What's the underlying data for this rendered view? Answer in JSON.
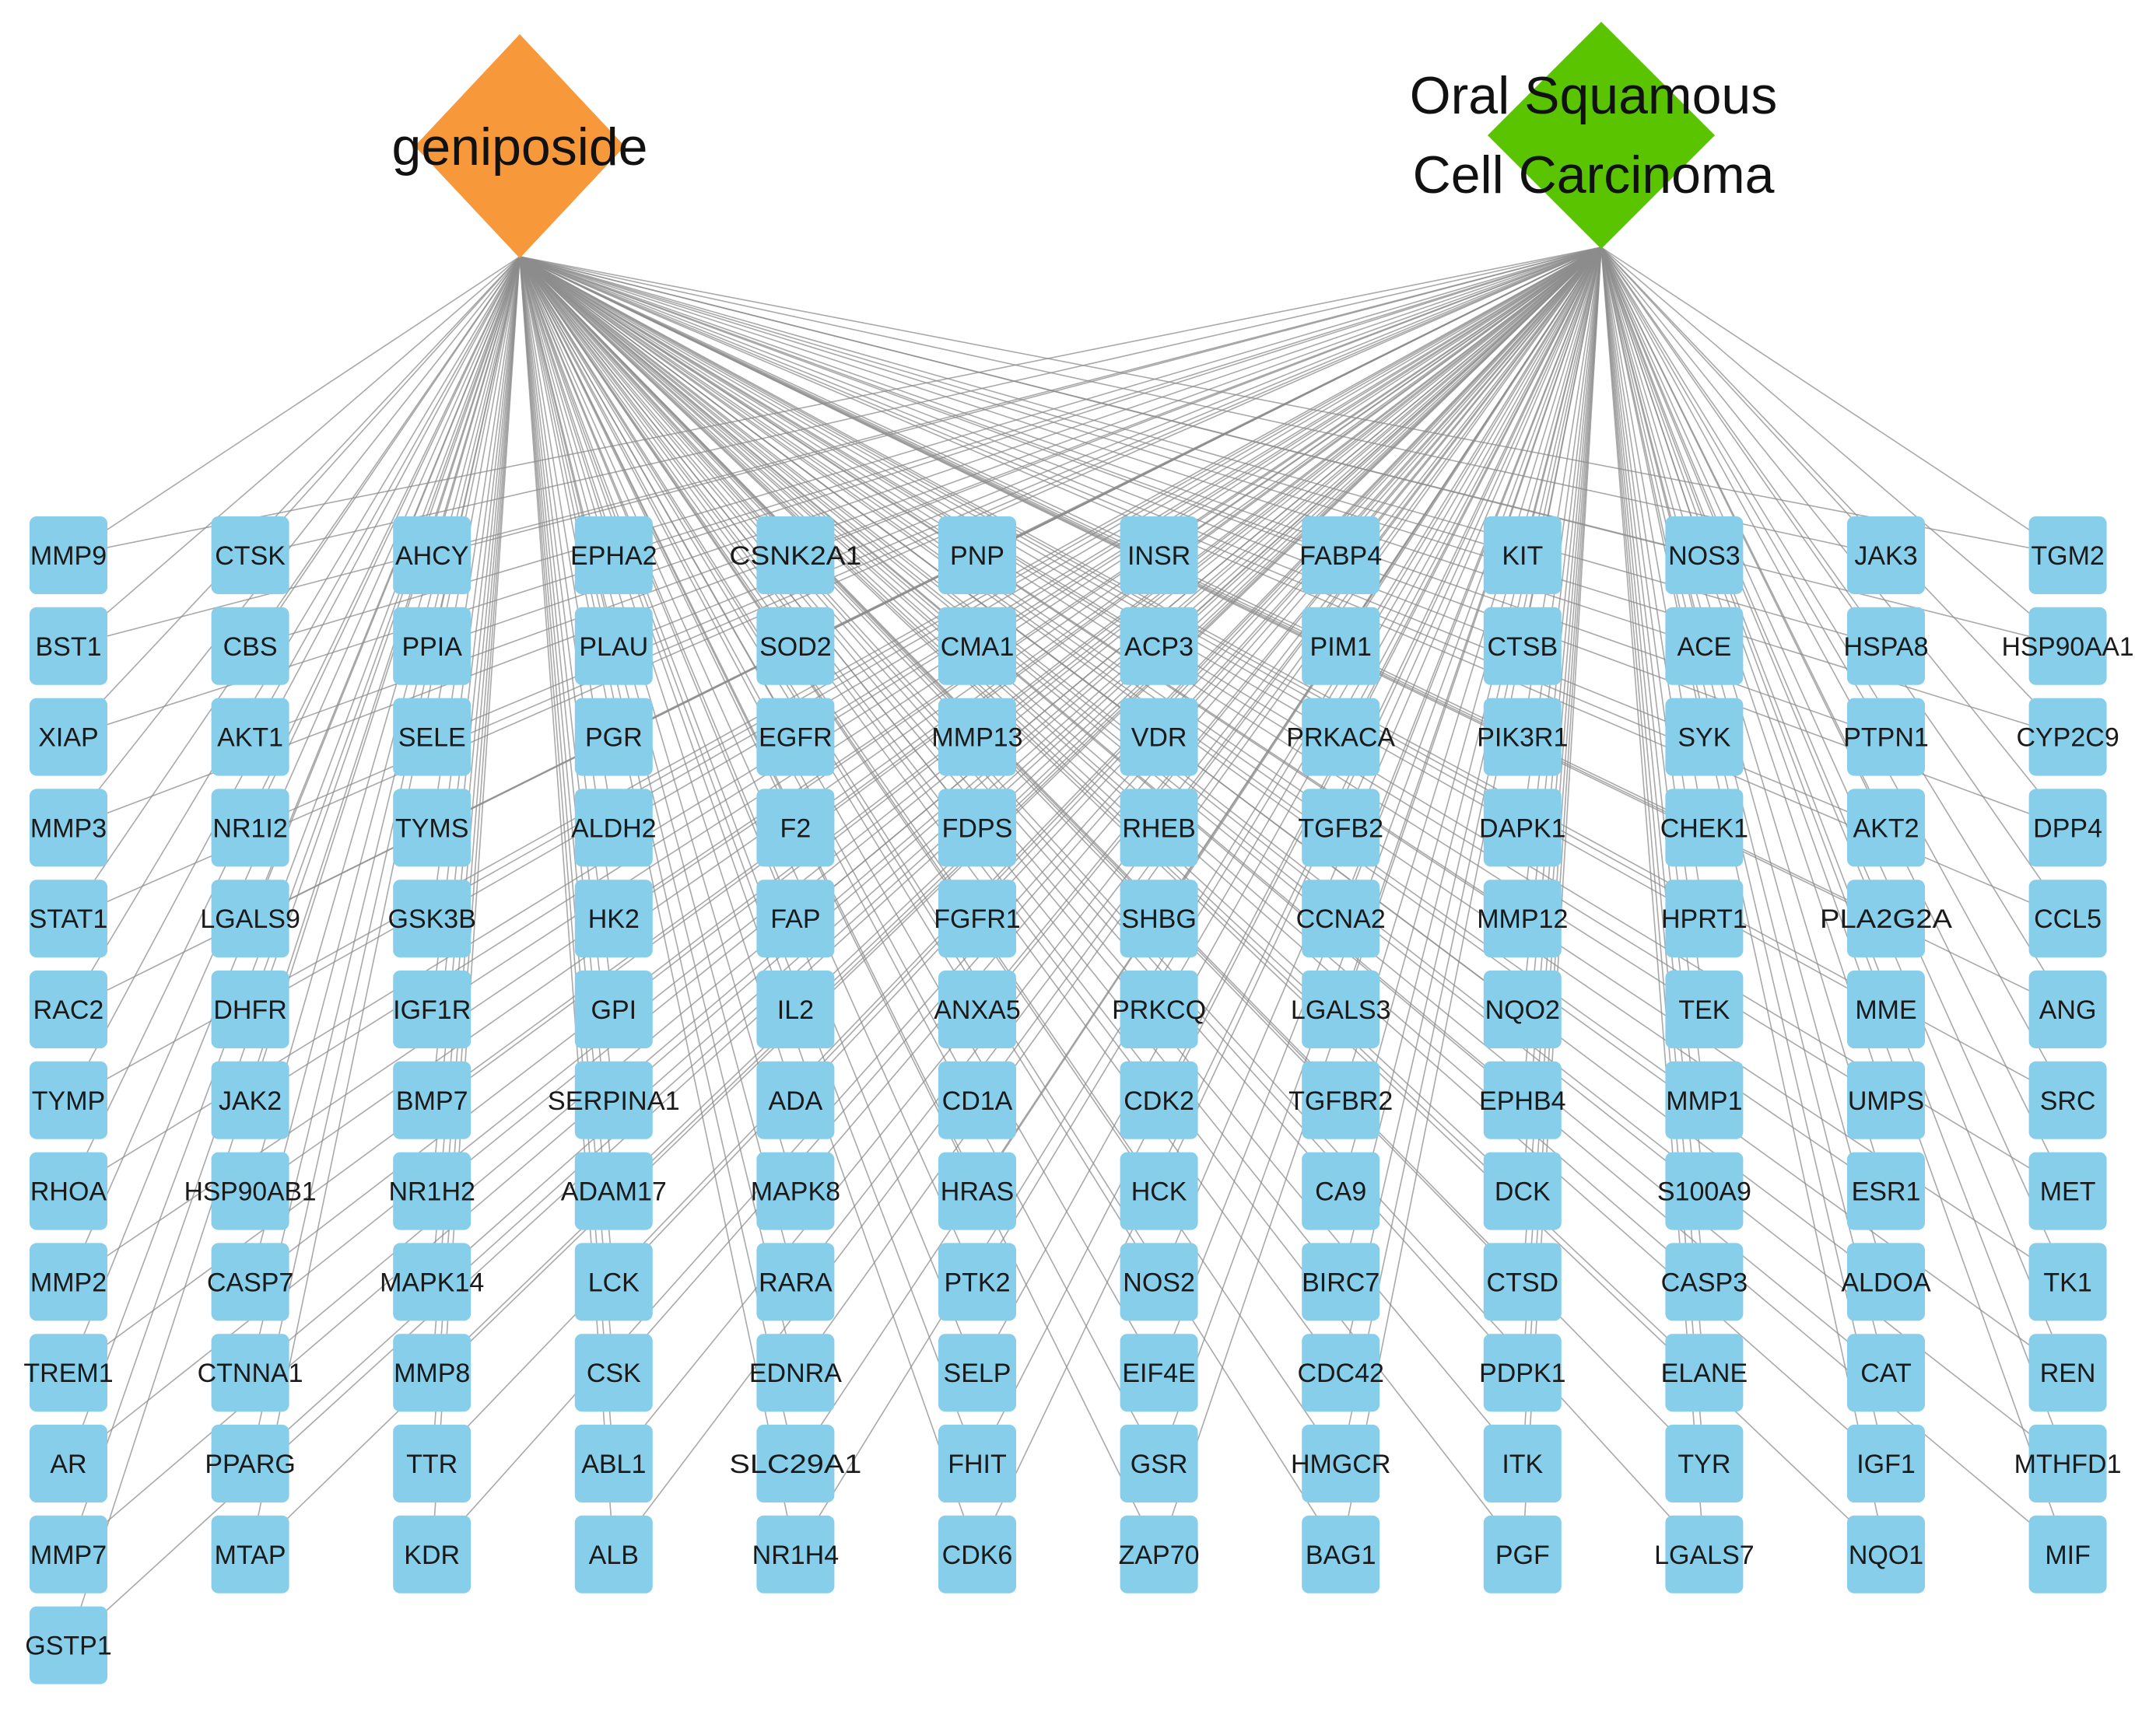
{
  "hubs": {
    "drug": {
      "label": "geniposide",
      "color": "#f7993a"
    },
    "disease": {
      "label_line1": "Oral Squamous",
      "label_line2": "Cell Carcinoma",
      "color": "#5bc400"
    }
  },
  "target_color": "#87ceeb",
  "edge_color": "#8c8c8c",
  "targets": [
    [
      "MMP9",
      "BST1",
      "XIAP",
      "MMP3",
      "STAT1",
      "RAC2",
      "TYMP",
      "RHOA",
      "MMP2",
      "TREM1",
      "AR",
      "MMP7",
      "GSTP1"
    ],
    [
      "CTSK",
      "CBS",
      "AKT1",
      "NR1I2",
      "LGALS9",
      "DHFR",
      "JAK2",
      "HSP90AB1",
      "CASP7",
      "CTNNA1",
      "PPARG",
      "MTAP"
    ],
    [
      "AHCY",
      "PPIA",
      "SELE",
      "TYMS",
      "GSK3B",
      "IGF1R",
      "BMP7",
      "NR1H2",
      "MAPK14",
      "MMP8",
      "TTR",
      "KDR"
    ],
    [
      "EPHA2",
      "PLAU",
      "PGR",
      "ALDH2",
      "HK2",
      "GPI",
      "SERPINA1",
      "ADAM17",
      "LCK",
      "CSK",
      "ABL1",
      "ALB"
    ],
    [
      "CSNK2A1",
      "SOD2",
      "EGFR",
      "F2",
      "FAP",
      "IL2",
      "ADA",
      "MAPK8",
      "RARA",
      "EDNRA",
      "SLC29A1",
      "NR1H4"
    ],
    [
      "PNP",
      "CMA1",
      "MMP13",
      "FDPS",
      "FGFR1",
      "ANXA5",
      "CD1A",
      "HRAS",
      "PTK2",
      "SELP",
      "FHIT",
      "CDK6"
    ],
    [
      "INSR",
      "ACP3",
      "VDR",
      "RHEB",
      "SHBG",
      "PRKCQ",
      "CDK2",
      "HCK",
      "NOS2",
      "EIF4E",
      "GSR",
      "ZAP70"
    ],
    [
      "FABP4",
      "PIM1",
      "PRKACA",
      "TGFB2",
      "CCNA2",
      "LGALS3",
      "TGFBR2",
      "CA9",
      "BIRC7",
      "CDC42",
      "HMGCR",
      "BAG1"
    ],
    [
      "KIT",
      "CTSB",
      "PIK3R1",
      "DAPK1",
      "MMP12",
      "NQO2",
      "EPHB4",
      "DCK",
      "CTSD",
      "PDPK1",
      "ITK",
      "PGF"
    ],
    [
      "NOS3",
      "ACE",
      "SYK",
      "CHEK1",
      "HPRT1",
      "TEK",
      "MMP1",
      "S100A9",
      "CASP3",
      "ELANE",
      "TYR",
      "LGALS7"
    ],
    [
      "JAK3",
      "HSPA8",
      "PTPN1",
      "AKT2",
      "PLA2G2A",
      "MME",
      "UMPS",
      "ESR1",
      "ALDOA",
      "CAT",
      "IGF1",
      "NQO1"
    ],
    [
      "TGM2",
      "HSP90AA1",
      "CYP2C9",
      "DPP4",
      "CCL5",
      "ANG",
      "SRC",
      "MET",
      "TK1",
      "REN",
      "MTHFD1",
      "MIF"
    ]
  ]
}
